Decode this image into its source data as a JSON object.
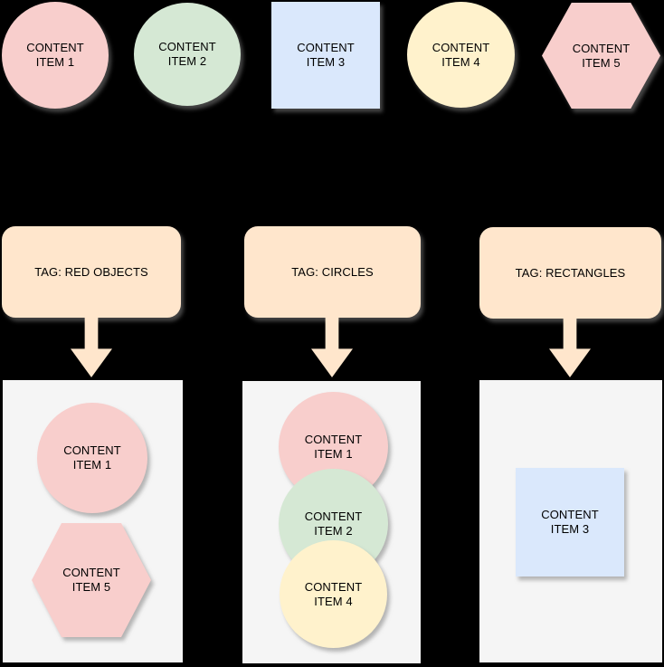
{
  "palette": {
    "background": "#000000",
    "pink": "#F8CECC",
    "green": "#D5E8D4",
    "blue": "#DAE8FC",
    "yellow": "#FFF2CC",
    "peach": "#FFE6CC",
    "container_bg": "#F5F5F5",
    "label_text": "#000000"
  },
  "top_row": {
    "items": [
      {
        "id": "item-1",
        "shape": "circle",
        "color": "pink",
        "label": "CONTENT\nITEM 1"
      },
      {
        "id": "item-2",
        "shape": "circle",
        "color": "green",
        "label": "CONTENT\nITEM 2"
      },
      {
        "id": "item-3",
        "shape": "square",
        "color": "blue",
        "label": "CONTENT\nITEM 3"
      },
      {
        "id": "item-4",
        "shape": "circle",
        "color": "yellow",
        "label": "CONTENT\nITEM 4"
      },
      {
        "id": "item-5",
        "shape": "hexagon",
        "color": "pink",
        "label": "CONTENT\nITEM 5"
      }
    ]
  },
  "groups": [
    {
      "tag_label": "TAG: RED OBJECTS",
      "items": [
        {
          "shape": "circle",
          "color": "pink",
          "label": "CONTENT\nITEM 1"
        },
        {
          "shape": "hexagon",
          "color": "pink",
          "label": "CONTENT\nITEM 5"
        }
      ]
    },
    {
      "tag_label": "TAG: CIRCLES",
      "items": [
        {
          "shape": "circle",
          "color": "pink",
          "label": "CONTENT\nITEM 1"
        },
        {
          "shape": "circle",
          "color": "green",
          "label": "CONTENT\nITEM 2"
        },
        {
          "shape": "circle",
          "color": "yellow",
          "label": "CONTENT\nITEM 4"
        }
      ]
    },
    {
      "tag_label": "TAG: RECTANGLES",
      "items": [
        {
          "shape": "square",
          "color": "blue",
          "label": "CONTENT\nITEM 3"
        }
      ]
    }
  ]
}
